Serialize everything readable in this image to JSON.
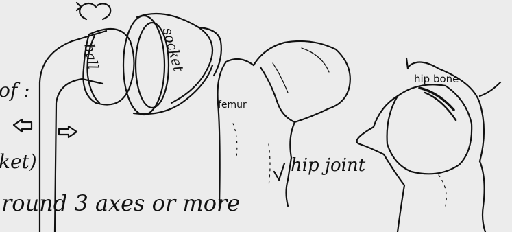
{
  "labels": {
    "ball": "ball",
    "socket": "socket",
    "femur": "femur",
    "hip_joint": "hip joint",
    "hip_bone": "hip bone"
  },
  "text_fragments": {
    "of_colon": "of :",
    "ket_paren": "ket)",
    "around_axes": "round 3 axes or more"
  }
}
